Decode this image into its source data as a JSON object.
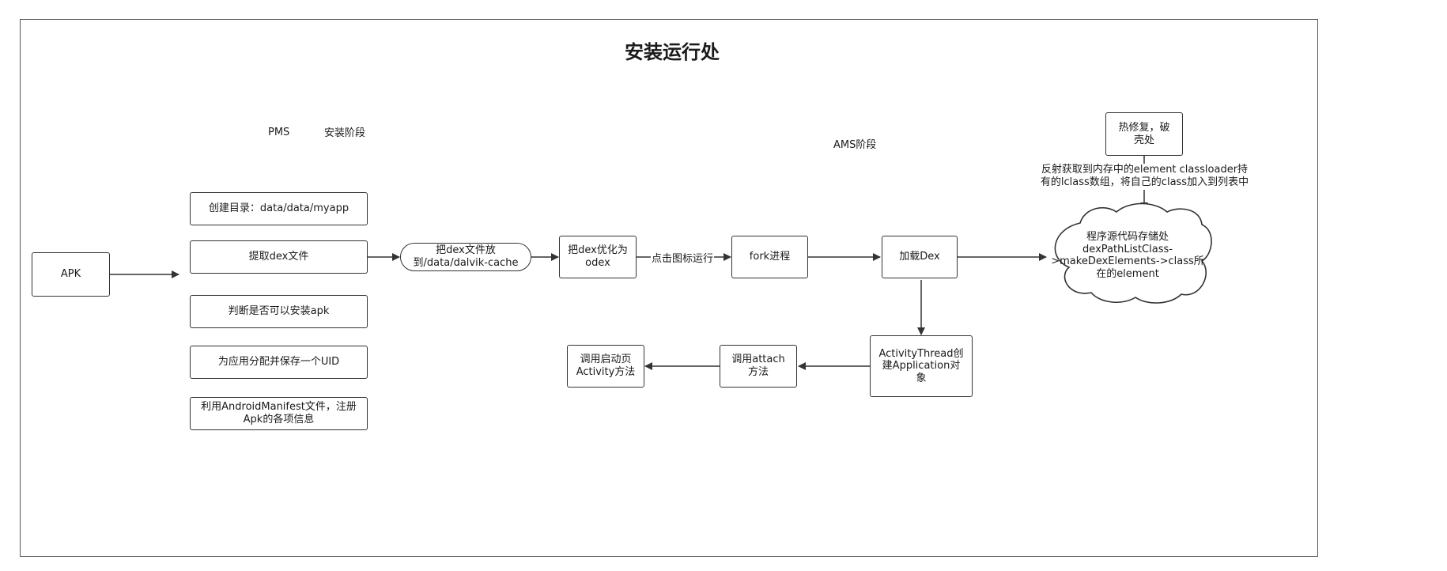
{
  "title": "安装运行处",
  "labels": {
    "pms": "PMS",
    "install_stage": "安装阶段",
    "ams_stage": "AMS阶段",
    "reflect_note_line1": "反射获取到内存中的element classloader持",
    "reflect_note_line2": "有的lclass数组，将自己的class加入到列表中",
    "click_icon_run": "点击图标运行"
  },
  "nodes": {
    "apk": "APK",
    "mkdir": "创建目录：data/data/myapp",
    "extract_dex": "提取dex文件",
    "check_install": "判断是否可以安装apk",
    "assign_uid": "为应用分配并保存一个UID",
    "manifest_line1": "利用AndroidManifest文件，注册",
    "manifest_line2": "Apk的各项信息",
    "put_dex_line1": "把dex文件放",
    "put_dex_line2": "到/data/dalvik-cache",
    "optimize_line1": "把dex优化为",
    "optimize_line2": "odex",
    "fork": "fork进程",
    "load_dex": "加载Dex",
    "hotfix_line1": "热修复，破",
    "hotfix_line2": "壳处",
    "cloud_line1": "程序源代码存储处",
    "cloud_line2": "dexPathListClass-",
    "cloud_line3": ">makeDexElements->class所",
    "cloud_line4": "在的element",
    "activity_thread_line1": "ActivityThread创",
    "activity_thread_line2": "建Application对",
    "activity_thread_line3": "象",
    "attach_line1": "调用attach",
    "attach_line2": "方法",
    "start_activity_line1": "调用启动页",
    "start_activity_line2": "Activity方法"
  }
}
